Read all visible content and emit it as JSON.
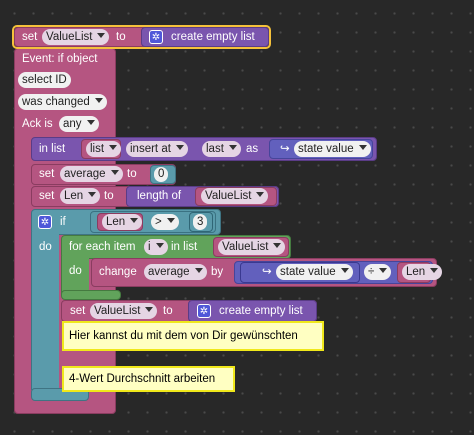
{
  "top": {
    "set_kw": "set",
    "var": "ValueList",
    "to_kw": "to",
    "create": "create empty list"
  },
  "event": {
    "title": "Event: if object",
    "select_id": "select ID",
    "was_changed": "was changed",
    "ack_kw": "Ack is",
    "ack_value": "any"
  },
  "insert": {
    "in_list": "in list",
    "list_var": "list",
    "mode": "insert at",
    "where": "last",
    "as_kw": "as",
    "value": "state value"
  },
  "set_average": {
    "set_kw": "set",
    "var": "average",
    "to_kw": "to",
    "value": "0"
  },
  "set_len": {
    "set_kw": "set",
    "var": "Len",
    "to_kw": "to",
    "length_of": "length of",
    "list_var": "ValueList"
  },
  "if_block": {
    "if_kw": "if",
    "var": "Len",
    "op": ">",
    "value": "3",
    "do_kw": "do"
  },
  "foreach": {
    "label": "for each item",
    "item_var": "i",
    "in_list": "in list",
    "list_var": "ValueList",
    "do_kw": "do"
  },
  "change": {
    "change_kw": "change",
    "var": "average",
    "by_kw": "by",
    "value": "state value",
    "op": "÷",
    "divisor": "Len"
  },
  "set_valuelist": {
    "set_kw": "set",
    "var": "ValueList",
    "to_kw": "to",
    "create": "create empty list"
  },
  "comments": [
    "Hier kannst du mit dem von Dir gewünschten",
    "4-Wert Durchschnitt arbeiten"
  ]
}
